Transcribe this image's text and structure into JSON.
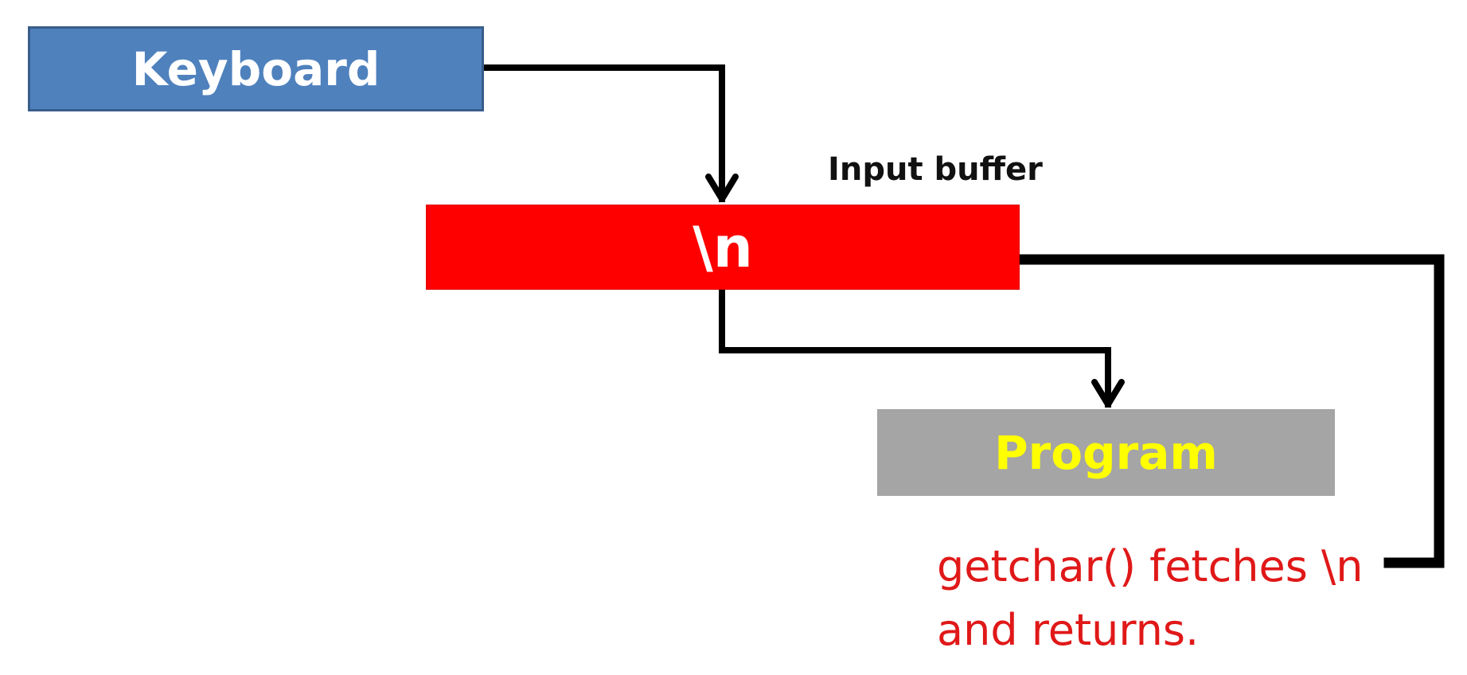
{
  "nodes": {
    "keyboard": "Keyboard",
    "buffer_content": "\\n",
    "program": "Program"
  },
  "labels": {
    "buffer": "Input buffer",
    "note_line1": "getchar() fetches \\n",
    "note_line2": "and returns."
  },
  "colors": {
    "keyboard_fill": "#4f81bd",
    "buffer_fill": "#ff0000",
    "program_fill": "#a5a5a5",
    "program_text": "#ffff00",
    "note_text": "#e01818",
    "connector": "#000000"
  }
}
